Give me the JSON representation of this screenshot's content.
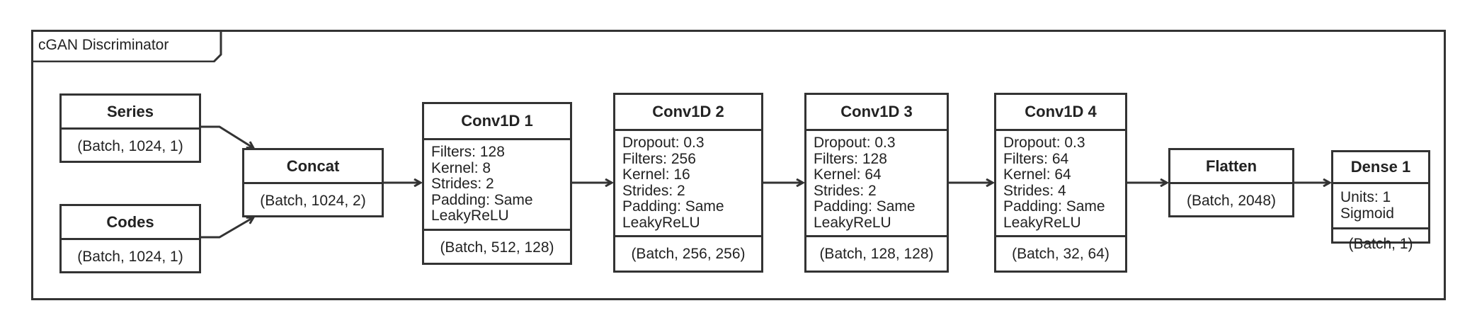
{
  "frame": {
    "label": "cGAN Discriminator"
  },
  "nodes": {
    "series": {
      "title": "Series",
      "shape": "(Batch, 1024, 1)"
    },
    "codes": {
      "title": "Codes",
      "shape": "(Batch, 1024, 1)"
    },
    "concat": {
      "title": "Concat",
      "shape": "(Batch, 1024, 2)"
    },
    "conv1": {
      "title": "Conv1D 1",
      "params": [
        "Filters: 128",
        "Kernel: 8",
        "Strides: 2",
        "Padding: Same",
        "LeakyReLU"
      ],
      "shape": "(Batch, 512, 128)"
    },
    "conv2": {
      "title": "Conv1D 2",
      "params": [
        "Dropout: 0.3",
        "Filters: 256",
        "Kernel: 16",
        "Strides: 2",
        "Padding: Same",
        "LeakyReLU"
      ],
      "shape": "(Batch, 256, 256)"
    },
    "conv3": {
      "title": "Conv1D 3",
      "params": [
        "Dropout: 0.3",
        "Filters: 128",
        "Kernel: 64",
        "Strides: 2",
        "Padding: Same",
        "LeakyReLU"
      ],
      "shape": "(Batch, 128, 128)"
    },
    "conv4": {
      "title": "Conv1D 4",
      "params": [
        "Dropout: 0.3",
        "Filters: 64",
        "Kernel: 64",
        "Strides: 4",
        "Padding: Same",
        "LeakyReLU"
      ],
      "shape": "(Batch, 32, 64)"
    },
    "flatten": {
      "title": "Flatten",
      "shape": "(Batch, 2048)"
    },
    "dense1": {
      "title": "Dense 1",
      "params": [
        "Units: 1",
        "Sigmoid"
      ],
      "shape": "(Batch, 1)"
    }
  },
  "colors": {
    "stroke": "#333333",
    "background": "#ffffff"
  }
}
